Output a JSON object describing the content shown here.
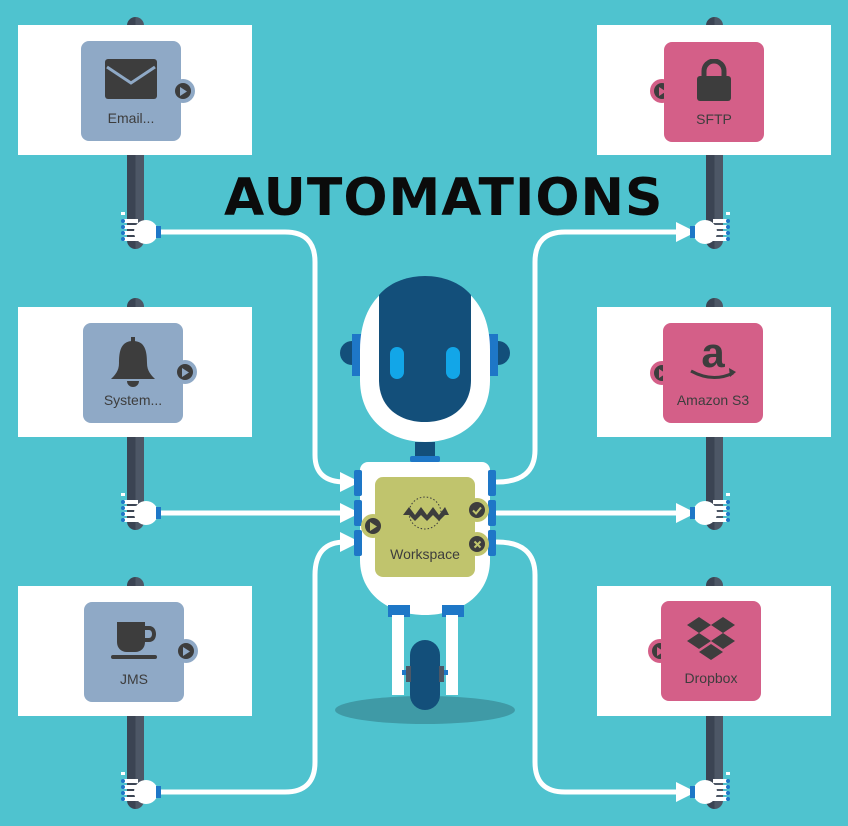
{
  "title": "AUTOMATIONS",
  "colors": {
    "background": "#4fc3cf",
    "source_tile": "#8fa9c6",
    "dest_tile": "#d45f88",
    "workspace_tile": "#c0c46d",
    "robot_dark": "#134f7a",
    "robot_accent": "#1e77c7",
    "robot_eye": "#12a6e8",
    "icon": "#3d3d3d"
  },
  "sources": [
    {
      "label": "Email...",
      "icon": "envelope-icon"
    },
    {
      "label": "System...",
      "icon": "bell-icon"
    },
    {
      "label": "JMS",
      "icon": "coffee-cup-icon"
    }
  ],
  "destinations": [
    {
      "label": "SFTP",
      "icon": "lock-icon"
    },
    {
      "label": "Amazon S3",
      "icon": "amazon-icon"
    },
    {
      "label": "Dropbox",
      "icon": "dropbox-icon"
    }
  ],
  "workspace": {
    "label": "Workspace",
    "logo": "fme-logo-icon",
    "ports": [
      "play-icon",
      "check-icon",
      "x-icon"
    ]
  }
}
